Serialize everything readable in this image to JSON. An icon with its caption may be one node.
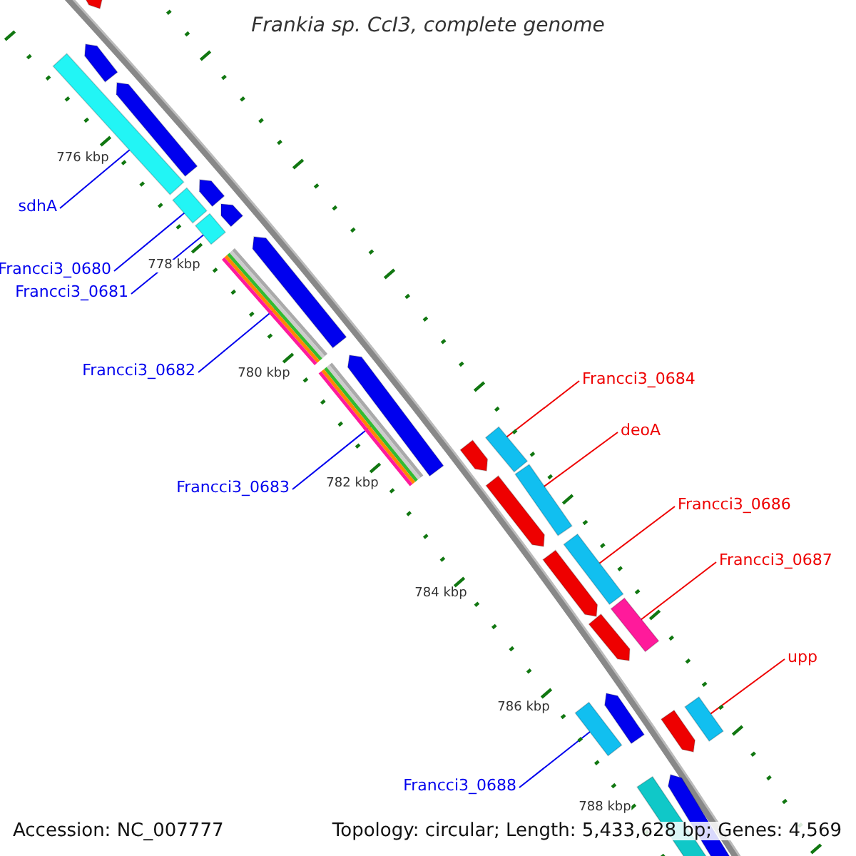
{
  "diagram": {
    "title": "Frankia sp. CcI3, complete genome",
    "nodes": [
      {
        "text": [
          "sdhA"
        ]
      },
      {
        "text": [
          "Francci3_0680"
        ]
      },
      {
        "text": [
          "Francci3_0681"
        ]
      },
      {
        "text": [
          "Francci3_0682"
        ]
      },
      {
        "text": [
          "Francci3_0683"
        ]
      },
      {
        "text": [
          "Francci3_0684"
        ]
      },
      {
        "text": [
          "deoA"
        ]
      },
      {
        "text": [
          "Francci3_0686"
        ]
      },
      {
        "text": [
          "Francci3_0687"
        ]
      },
      {
        "text": [
          "upp"
        ]
      },
      {
        "text": [
          "Francci3_0688"
        ]
      },
      {
        "text": [],
        "shape": "bar"
      },
      {
        "text": [],
        "shape": "bar"
      },
      {
        "text": [],
        "shape": "bar"
      },
      {
        "text": [],
        "shape": "bar"
      },
      {
        "text": [],
        "shape": "bar"
      },
      {
        "text": [],
        "shape": "bar"
      },
      {
        "text": [],
        "shape": "bar"
      },
      {
        "text": [],
        "shape": "bar"
      },
      {
        "text": [],
        "shape": "bar"
      },
      {
        "text": [],
        "shape": "bar"
      },
      {
        "text": [],
        "shape": "bar"
      }
    ],
    "edges": [
      {
        "from": 0,
        "to": 11,
        "arrow": "none"
      },
      {
        "from": 1,
        "to": 12,
        "arrow": "none"
      },
      {
        "from": 2,
        "to": 13,
        "arrow": "none"
      },
      {
        "from": 3,
        "to": 14,
        "arrow": "none"
      },
      {
        "from": 4,
        "to": 15,
        "arrow": "none"
      },
      {
        "from": 5,
        "to": 16,
        "arrow": "none",
        "color": "#ee0000"
      },
      {
        "from": 6,
        "to": 17,
        "arrow": "none",
        "color": "#ee0000"
      },
      {
        "from": 7,
        "to": 18,
        "arrow": "none",
        "color": "#ee0000"
      },
      {
        "from": 8,
        "to": 19,
        "arrow": "none",
        "color": "#ee0000"
      },
      {
        "from": 9,
        "to": 20,
        "arrow": "none",
        "color": "#ee0000"
      },
      {
        "from": 10,
        "to": 21,
        "arrow": "none"
      }
    ],
    "labels": [
      "776 kbp",
      "778 kbp",
      "780 kbp",
      "782 kbp",
      "784 kbp",
      "786 kbp",
      "788 kbp",
      "Accession: NC_007777",
      "Topology: circular; Length: 5,433,628 bp; Genes: 4,569"
    ]
  }
}
